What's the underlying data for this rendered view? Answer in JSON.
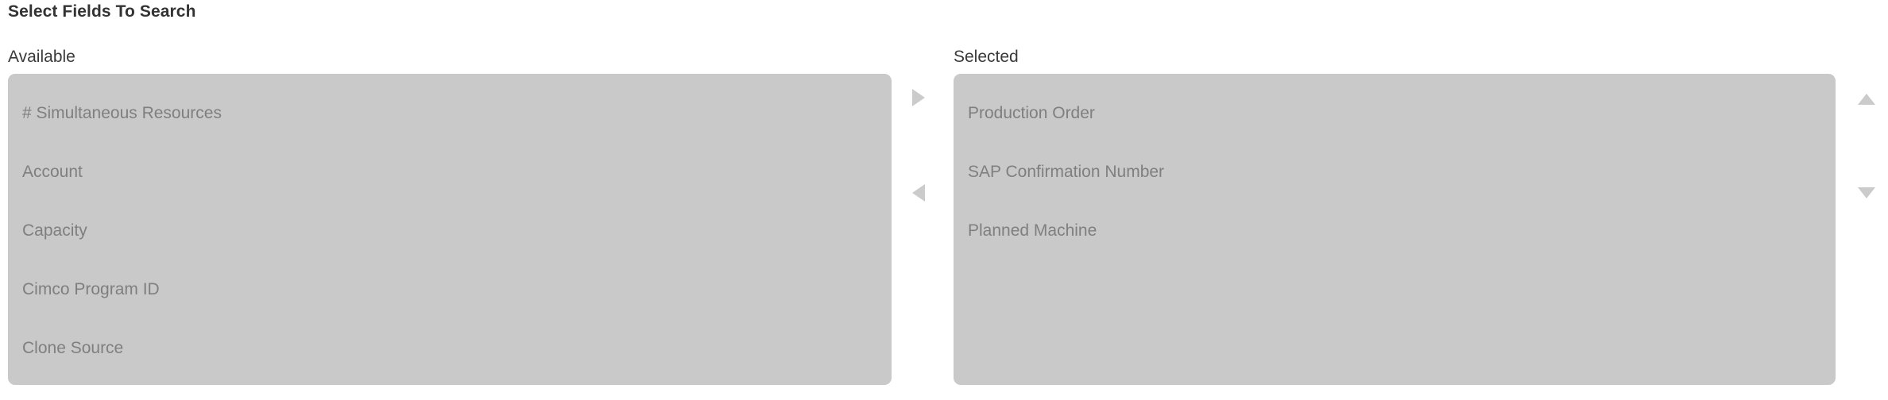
{
  "section": {
    "title": "Select Fields To Search"
  },
  "available": {
    "label": "Available",
    "items": [
      {
        "label": "# Simultaneous Resources"
      },
      {
        "label": "Account"
      },
      {
        "label": "Capacity"
      },
      {
        "label": "Cimco Program ID"
      },
      {
        "label": "Clone Source"
      }
    ]
  },
  "selected": {
    "label": "Selected",
    "items": [
      {
        "label": "Production Order"
      },
      {
        "label": "SAP Confirmation Number"
      },
      {
        "label": "Planned Machine"
      }
    ]
  },
  "controls": {
    "move_right": "move-right-icon",
    "move_left": "move-left-icon",
    "move_up": "move-up-icon",
    "move_down": "move-down-icon"
  },
  "colors": {
    "panel_background": "#c9c9c9",
    "item_text": "#7f7f7f",
    "title_text": "#333333",
    "label_text": "#3a3a3a",
    "arrow": "#cbcbcb",
    "page_background": "#ffffff"
  }
}
